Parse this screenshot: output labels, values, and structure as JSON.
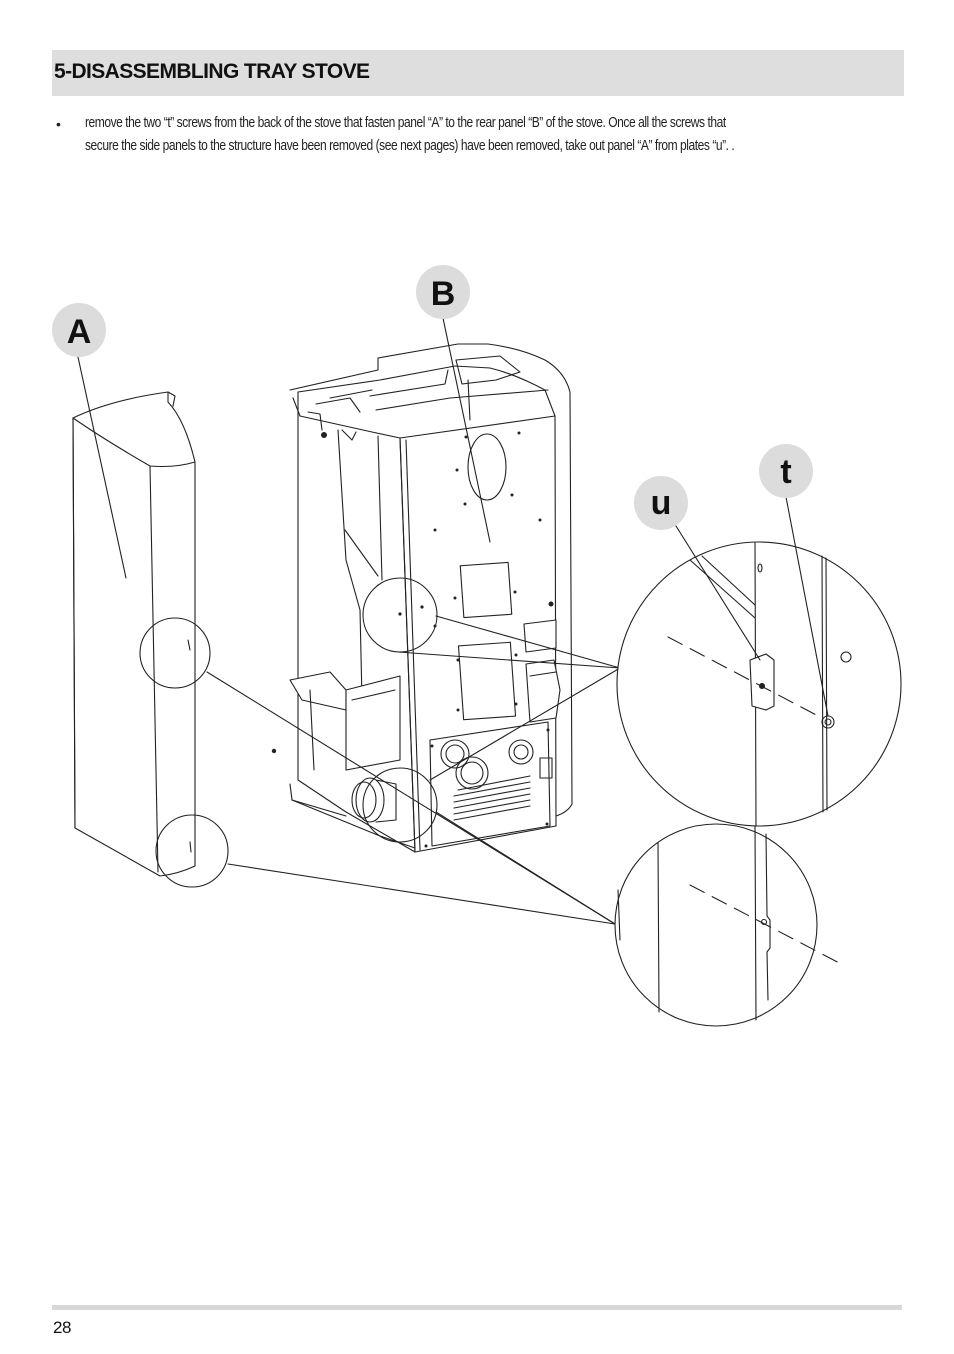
{
  "section": {
    "title": "5-DISASSEMBLING TRAY STOVE"
  },
  "instructions": {
    "bullet": "•",
    "line1": "remove the two “t” screws from the back of the stove that fasten panel “A” to the rear panel “B” of the stove.  Once all the screws that",
    "line2": "secure the side panels to the structure have been removed (see next pages) have been removed, take out panel “A” from plates “u”. ."
  },
  "figure": {
    "labels": {
      "a": "A",
      "b": "B",
      "t": "t",
      "u": "u"
    }
  },
  "footer": {
    "page_number": "28"
  }
}
